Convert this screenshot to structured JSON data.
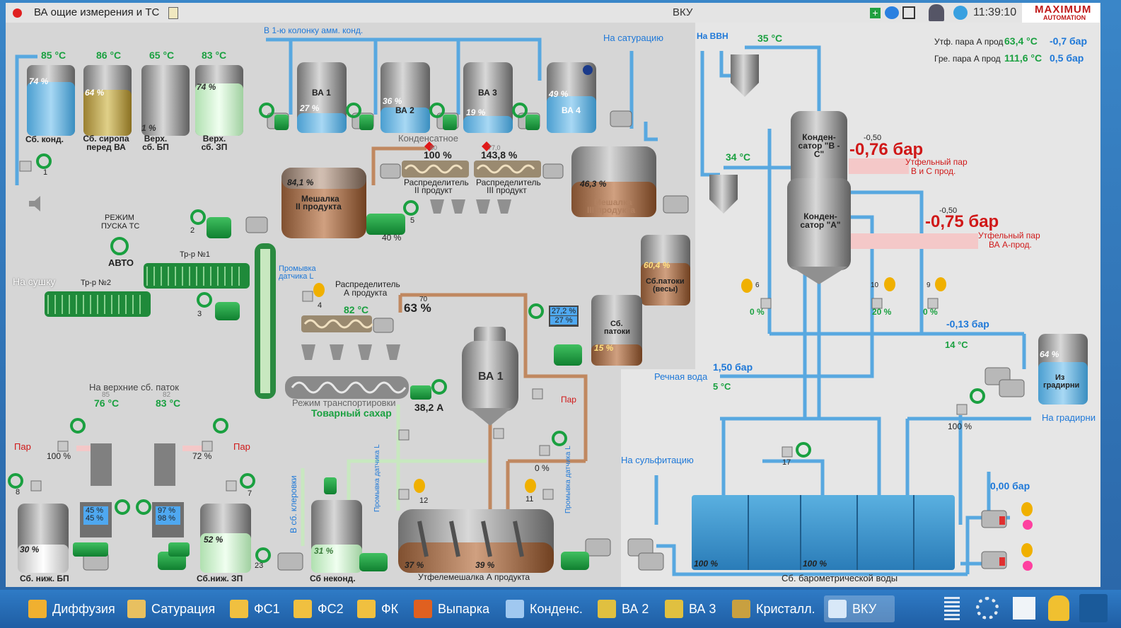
{
  "window": {
    "title": "ВА ощие измерения и ТС",
    "center_title": "ВКУ",
    "clock": "11:39:10",
    "logo_top": "MAXIMUM",
    "logo_bottom": "AUTOMATION"
  },
  "steam": {
    "row1": {
      "label": "Утф. пара А прод",
      "temp": "63,4 °C",
      "pressure": "-0,7 бар"
    },
    "row2": {
      "label": "Гре. пара А прод",
      "temp": "111,6 °C",
      "pressure": "0,5 бар"
    }
  },
  "lines": {
    "to_column": "В 1-ю колонку амм. конд.",
    "to_saturation": "На сатурацию",
    "to_vvn": "На ВВН",
    "to_drying": "На сушку",
    "upper_tanks": "На верхние сб. паток",
    "to_sulfitation": "На сульфитацию",
    "river_water": "Речная вода",
    "to_cooling": "На градирни",
    "to_clerovka": "В сб. клеровки",
    "condensate": "Конденсатное"
  },
  "tanks_top": [
    {
      "temp": "85 °C",
      "pct": "74 %",
      "name": "Сб. конд."
    },
    {
      "temp": "86 °C",
      "pct": "64 %",
      "name": "Сб. сиропа перед ВА"
    },
    {
      "temp": "65 °C",
      "pct": "1 %",
      "name": "Верх. сб. БП"
    },
    {
      "temp": "83 °C",
      "pct": "74 %",
      "name": "Верх. сб. ЗП"
    }
  ],
  "va_tanks": [
    {
      "name": "ВА 1",
      "pct": "27 %"
    },
    {
      "name": "ВА 2",
      "pct": "36 %"
    },
    {
      "name": "ВА 3",
      "pct": "19 %"
    },
    {
      "name": "ВА 4",
      "pct": "49 %"
    }
  ],
  "distributors": {
    "d2": {
      "name1": "Распределитель",
      "name2": "II продукт",
      "sp": "80",
      "value": "100 %"
    },
    "d3": {
      "name1": "Распределитель",
      "name2": "III продукт",
      "sp": "77,0",
      "value": "143,8 %"
    },
    "dA": {
      "name1": "Распределитель",
      "name2": "А продукта",
      "temp": "82 °C",
      "sp": "70",
      "value": "63 %"
    }
  },
  "mixers": {
    "m2": {
      "name1": "Мешалка",
      "name2": "II продукта",
      "pct": "84,1 %",
      "pump_pct": "40 %"
    },
    "m3": {
      "name1": "Мешалка",
      "name2": "III продукта",
      "pct": "46,3 %"
    }
  },
  "mode": {
    "label1": "РЕЖИМ",
    "label2": "ПУСКА ТС",
    "value": "АВТО"
  },
  "conveyors": {
    "c1": "Тр-р №1",
    "c2": "Тр-р №2",
    "flush": "Промывка датчика L",
    "transport": "Режим транспортировки",
    "sugar": "Товарный сахар",
    "current": "38,2 А"
  },
  "molasses": {
    "scale_pct": "60,4 %",
    "scale_name1": "Сб.патоки",
    "scale_name2": "(весы)",
    "tank_pct": "15 %",
    "tank_name1": "Сб.",
    "tank_name2": "патоки",
    "display1": "27,2 %",
    "display2": "27 %"
  },
  "va1_center": {
    "name": "ВА 1",
    "steam": "Пар",
    "valve8": "0 %"
  },
  "exchangers": {
    "left": {
      "temp": "76 °C",
      "sp": "85",
      "valve": "100 %",
      "steam": "Пар"
    },
    "right": {
      "temp": "83 °C",
      "sp": "82",
      "valve": "72 %",
      "steam": "Пар"
    },
    "disp_left": [
      "45 %",
      "45 %"
    ],
    "disp_right": [
      "97 %",
      "98 %"
    ]
  },
  "tanks_bottom": {
    "bp": {
      "pct": "30 %",
      "name": "Сб. ниж. БП"
    },
    "zp": {
      "pct": "52 %",
      "name": "Сб.ниж. ЗП"
    },
    "nekond": {
      "pct": "31 %",
      "name": "Сб неконд."
    }
  },
  "utf_mixer": {
    "name": "Утфелемешалка А продукта",
    "pct_left": "37 %",
    "pct_right": "39 %",
    "flush_left": "Промывка датчика L",
    "flush_right": "Промывка датчика L"
  },
  "condensers": {
    "top_temp": "35 °C",
    "mid_temp": "34 °C",
    "vs": {
      "name": "Конден-сатор \"В - С\"",
      "sp": "-0,50",
      "value": "-0,76 бар",
      "steam1": "Утфельный пар",
      "steam2": "В и С прод."
    },
    "a": {
      "name": "Конден-сатор \"А\"",
      "sp": "-0,50",
      "value": "-0,75 бар",
      "steam1": "Утфельный пар",
      "steam2": "ВА А-прод."
    },
    "valves": [
      {
        "id": "6",
        "pct": "0 %"
      },
      {
        "id": "10",
        "pct": "20 %"
      },
      {
        "id": "9",
        "pct": "0 %"
      }
    ]
  },
  "water": {
    "pressure_top": "-0,13 бар",
    "temp_top": "14 °C",
    "river_pressure": "1,50 бар",
    "river_temp": "5 °C",
    "cooling_pct": "64 %",
    "cooling_name1": "Из",
    "cooling_name2": "градирни",
    "valve7": "100 %",
    "pump_pressure": "0,00 бар",
    "baro_name": "Сб. барометрической воды",
    "baro_left": "100 %",
    "baro_right": "100 %"
  },
  "numbers": {
    "n1": "1",
    "n2": "2",
    "n3": "3",
    "n4": "4",
    "n5": "5",
    "n6": "6",
    "n7": "7",
    "n8": "8",
    "n11": "11",
    "n12": "12",
    "n17": "17",
    "n23": "23"
  },
  "taskbar": [
    {
      "label": "Диффузия",
      "color": "#f0b030"
    },
    {
      "label": "Сатурация",
      "color": "#e8c060"
    },
    {
      "label": "ФС1",
      "color": "#f0c040"
    },
    {
      "label": "ФС2",
      "color": "#f0c040"
    },
    {
      "label": "ФК",
      "color": "#f0c040"
    },
    {
      "label": "Выпарка",
      "color": "#e06020"
    },
    {
      "label": "Конденс.",
      "color": "#a0c8f0"
    },
    {
      "label": "ВА 2",
      "color": "#e0c040"
    },
    {
      "label": "ВА 3",
      "color": "#e0c040"
    },
    {
      "label": "Кристалл.",
      "color": "#c8a040"
    },
    {
      "label": "ВКУ",
      "color": "#d8e8f8"
    }
  ]
}
